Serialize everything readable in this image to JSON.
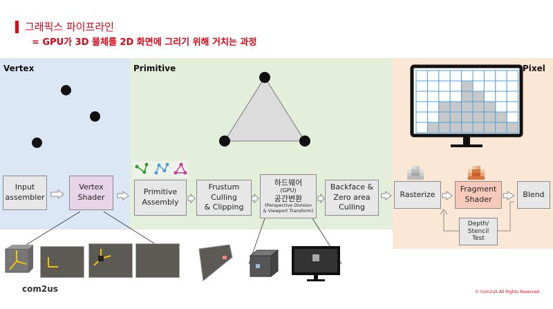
{
  "header": {
    "title": "그래픽스 파이프라인",
    "subtitle": "= GPU가 3D 물체를 2D 화면에 그리기 위해 거치는 과정"
  },
  "panels": {
    "vertex": "Vertex",
    "primitive": "Primitive",
    "pixel": "Pixel"
  },
  "stages": {
    "input_assembler": [
      "Input",
      "assembler"
    ],
    "vertex_shader": [
      "Vertex",
      "Shader"
    ],
    "primitive_assembly": [
      "Primitive",
      "Assembly"
    ],
    "frustum_culling": [
      "Frustum",
      "Culling",
      "& Clipping"
    ],
    "hw_transform": {
      "line1": "하드웨어",
      "line2": "(GPU)",
      "line3": "공간변환",
      "line4": "(Perspective Division",
      "line5": "& Viewport Transform)"
    },
    "backface": [
      "Backface &",
      "Zero area",
      "Culling"
    ],
    "rasterize": "Rasterize",
    "fragment_shader": [
      "Fragment",
      "Shader"
    ],
    "blend": "Blend",
    "depth_stencil": [
      "Depth/",
      "Stencil",
      "Test"
    ]
  },
  "footer": {
    "logo": "com2us",
    "copyright": "© Com2uS All Rights Reserved"
  },
  "colors": {
    "accent": "#e60012",
    "vertex_bg": "#dbe7f5",
    "primitive_bg": "#e3eedb",
    "pixel_bg": "#fbe7d6",
    "vertex_shader_fill": "#e8d4e8",
    "fragment_shader_fill": "#f7c9bb"
  }
}
